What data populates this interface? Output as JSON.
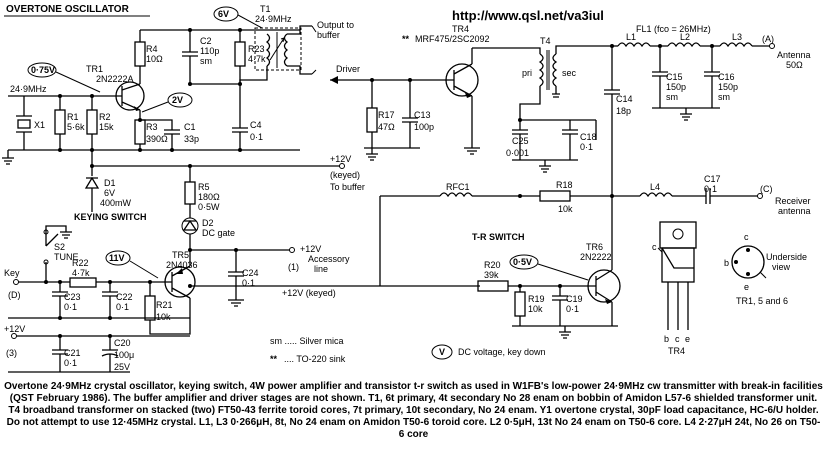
{
  "diagram": {
    "title": "OVERTONE OSCILLATOR",
    "url": "http://www.qsl.net/va3iul",
    "sections": {
      "keying_switch": "KEYING SWITCH",
      "tr_switch": "T-R SWITCH"
    },
    "voltage_tags": {
      "tr1_base": "0·75V",
      "tr1_emitter": "2V",
      "t1_collector": "6V",
      "tr5_base": "11V",
      "tr6_base": "0·5V"
    },
    "components": {
      "x1": "X1",
      "xtal_freq": "24·9MHz",
      "r1": [
        "R1",
        "5·6k"
      ],
      "r2": [
        "R2",
        "15k"
      ],
      "r3": [
        "R3",
        "390Ω"
      ],
      "r4": [
        "R4",
        "10Ω"
      ],
      "r23": [
        "R23",
        "4·7k"
      ],
      "c1": [
        "C1",
        "33p"
      ],
      "c2": [
        "C2",
        "110p",
        "sm"
      ],
      "c4": [
        "C4",
        "0·1"
      ],
      "tr1": [
        "TR1",
        "2N2222A"
      ],
      "t1": [
        "T1",
        "24·9MHz"
      ],
      "d1": [
        "D1",
        "6V",
        "400mW"
      ],
      "r5": [
        "R5",
        "180Ω",
        "0·5W"
      ],
      "d2": [
        "D2",
        "DC gate"
      ],
      "s2": [
        "S2",
        "TUNE"
      ],
      "key": [
        "Key",
        "(D)"
      ],
      "r22": [
        "R22",
        "4·7k"
      ],
      "c23": [
        "C23",
        "0·1"
      ],
      "c22": [
        "C22",
        "0·1"
      ],
      "r21": [
        "R21",
        "10k"
      ],
      "tr5": [
        "TR5",
        "2N4036"
      ],
      "c24": [
        "C24",
        "0·1"
      ],
      "c21": [
        "C21",
        "0·1"
      ],
      "c20": [
        "C20",
        "100μ",
        "25V"
      ],
      "supply": [
        "+12V",
        "(3)"
      ],
      "tr4": [
        "TR4",
        "MRF475/2SC2092"
      ],
      "t4": [
        "T4",
        "pri",
        "sec"
      ],
      "r17": [
        "R17",
        "47Ω"
      ],
      "c13": [
        "C13",
        "100p"
      ],
      "c25": [
        "C25",
        "0·001"
      ],
      "c18": [
        "C18",
        "0·1"
      ],
      "c14": [
        "C14",
        "18p"
      ],
      "fl1": "FL1 (fco = 26MHz)",
      "l1": "L1",
      "l2": "L2",
      "l3": "L3",
      "c15": [
        "C15",
        "150p",
        "sm"
      ],
      "c16": [
        "C16",
        "150p",
        "sm"
      ],
      "rfc1": "RFC1",
      "r18": [
        "R18",
        "10k"
      ],
      "l4": "L4",
      "c17": [
        "C17",
        "0·1"
      ],
      "r20": [
        "R20",
        "39k"
      ],
      "r19": [
        "R19",
        "10k"
      ],
      "c19": [
        "C19",
        "0·1"
      ],
      "tr6": [
        "TR6",
        "2N2222"
      ]
    },
    "connections": {
      "output_buffer": [
        "Output to",
        "buffer"
      ],
      "driver": "Driver",
      "antenna": [
        "(A)",
        "Antenna",
        "50Ω"
      ],
      "plus12_keyed": [
        "+12V",
        "(keyed)",
        "To buffer"
      ],
      "plus12_accessory": [
        "+12V",
        "(1)",
        "Accessory",
        "line"
      ],
      "plus12_keyed_line": "+12V (keyed)",
      "receiver": [
        "(C)",
        "Receiver",
        "antenna"
      ]
    },
    "pinouts": {
      "package_pins": [
        "b",
        "c",
        "e"
      ],
      "package_label": "TR4",
      "to_case_pins": [
        "c",
        "b",
        "e"
      ],
      "underside": [
        "Underside",
        "view"
      ],
      "to_case_label": "TR1, 5 and 6",
      "tab_label": "c"
    },
    "legend": {
      "sm": "sm ..... Silver mica",
      "sink_mark": "**",
      "sink": ".... TO-220 sink",
      "v_mark": "V",
      "v_text": "DC voltage, key down"
    },
    "caption": "Overtone 24·9MHz crystal oscillator, keying switch, 4W power amplifier and transistor t-r switch as used in W1FB's low-power 24·9MHz cw transmitter with break-in facilities (QST February 1986). The buffer amplifier and driver stages are not shown. T1, 6t primary, 4t secondary No 28 enam on bobbin of Amidon L57-6 shielded transformer unit. T4 broadband transformer on stacked (two) FT50-43 ferrite toroid cores, 7t primary, 10t secondary, No 24 enam. Y1 overtone crystal, 30pF load capacitance, HC-6/U holder. Do not attempt to use 12·45MHz crystal. L1, L3 0·266μH, 8t, No 24 enam on Amidon T50-6 toroid core. L2 0·5μH, 13t No 24 enam on T50-6 core. L4 2·27μH 24t, No 26 on T50-6 core"
  }
}
